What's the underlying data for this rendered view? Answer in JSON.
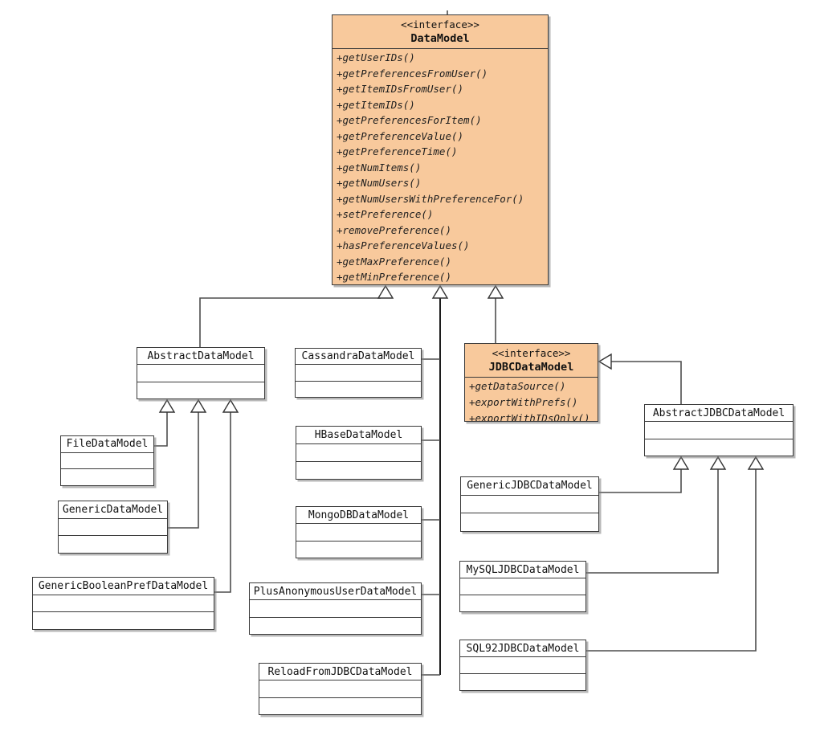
{
  "diagram": {
    "type": "uml-class-diagram",
    "colors": {
      "interface_fill": "#f8c99c",
      "class_fill": "#ffffff",
      "border": "#3a3a3a",
      "connector": "#4d4d4d"
    },
    "interfaces": {
      "data_model": {
        "stereotype": "<<interface>>",
        "name": "DataModel",
        "methods": [
          "+getUserIDs()",
          "+getPreferencesFromUser()",
          "+getItemIDsFromUser()",
          "+getItemIDs()",
          "+getPreferencesForItem()",
          "+getPreferenceValue()",
          "+getPreferenceTime()",
          "+getNumItems()",
          "+getNumUsers()",
          "+getNumUsersWithPreferenceFor()",
          "+setPreference()",
          "+removePreference()",
          "+hasPreferenceValues()",
          "+getMaxPreference()",
          "+getMinPreference()"
        ]
      },
      "jdbc_data_model": {
        "stereotype": "<<interface>>",
        "name": "JDBCDataModel",
        "methods": [
          "+getDataSource()",
          "+exportWithPrefs()",
          "+exportWithIDsOnly()"
        ]
      }
    },
    "classes": {
      "abstract_data_model": {
        "name": "AbstractDataModel"
      },
      "file_data_model": {
        "name": "FileDataModel"
      },
      "generic_data_model": {
        "name": "GenericDataModel"
      },
      "generic_boolean_pref_data_model": {
        "name": "GenericBooleanPrefDataModel"
      },
      "cassandra_data_model": {
        "name": "CassandraDataModel"
      },
      "hbase_data_model": {
        "name": "HBaseDataModel"
      },
      "mongo_db_data_model": {
        "name": "MongoDBDataModel"
      },
      "plus_anonymous_user_data_model": {
        "name": "PlusAnonymousUserDataModel"
      },
      "reload_from_jdbc_data_model": {
        "name": "ReloadFromJDBCDataModel"
      },
      "abstract_jdbc_data_model": {
        "name": "AbstractJDBCDataModel"
      },
      "generic_jdbc_data_model": {
        "name": "GenericJDBCDataModel"
      },
      "mysql_jdbc_data_model": {
        "name": "MySQLJDBCDataModel"
      },
      "sql92_jdbc_data_model": {
        "name": "SQL92JDBCDataModel"
      }
    },
    "relationships": [
      {
        "child": "AbstractDataModel",
        "parent": "DataModel"
      },
      {
        "child": "CassandraDataModel",
        "parent": "DataModel"
      },
      {
        "child": "HBaseDataModel",
        "parent": "DataModel"
      },
      {
        "child": "MongoDBDataModel",
        "parent": "DataModel"
      },
      {
        "child": "PlusAnonymousUserDataModel",
        "parent": "DataModel"
      },
      {
        "child": "ReloadFromJDBCDataModel",
        "parent": "DataModel"
      },
      {
        "child": "JDBCDataModel",
        "parent": "DataModel"
      },
      {
        "child": "FileDataModel",
        "parent": "AbstractDataModel"
      },
      {
        "child": "GenericDataModel",
        "parent": "AbstractDataModel"
      },
      {
        "child": "GenericBooleanPrefDataModel",
        "parent": "AbstractDataModel"
      },
      {
        "child": "AbstractJDBCDataModel",
        "parent": "JDBCDataModel"
      },
      {
        "child": "GenericJDBCDataModel",
        "parent": "AbstractJDBCDataModel"
      },
      {
        "child": "MySQLJDBCDataModel",
        "parent": "AbstractJDBCDataModel"
      },
      {
        "child": "SQL92JDBCDataModel",
        "parent": "AbstractJDBCDataModel"
      }
    ]
  }
}
